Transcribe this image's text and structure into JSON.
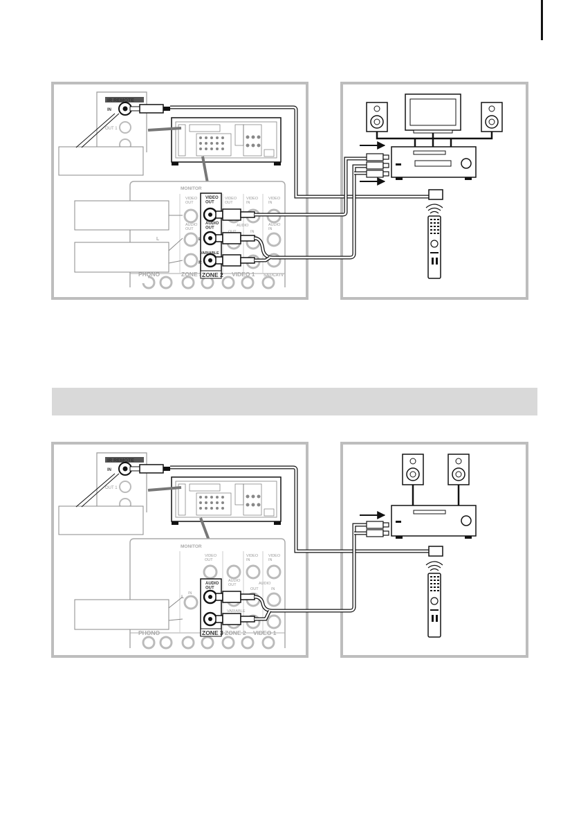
{
  "diagram1": {
    "ir_remote": "IR REMOTE",
    "in": "IN",
    "out1": "OUT 1",
    "monitor": "MONITOR",
    "video_out_left": "VIDEO\nOUT",
    "video_out": "VIDEO\nOUT",
    "video_in": "VIDEO\nIN",
    "video_in2": "VIDEO\nIN",
    "audio_out_left": "AUDIO\nOUT",
    "audio_out": "AUDIO\nOUT",
    "audio": "AUDIO",
    "out": "OUT",
    "in_small": "IN",
    "audio_in": "AUDIO\nIN",
    "variable": "VARIABLE",
    "l": "L",
    "r": "R",
    "phono": "PHONO",
    "zone3": "ZONE 3",
    "zone2": "ZONE 2",
    "video1": "VIDEO 1",
    "satcatv": "SAT/CATV"
  },
  "diagram2": {
    "ir_remote": "IR REMOTE",
    "in": "IN",
    "out1": "OUT 1",
    "monitor": "MONITOR",
    "video_out": "VIDEO\nOUT",
    "video_in": "VIDEO\nIN",
    "video_in2": "VIDEO\nIN",
    "in_left": "IN",
    "audio_out": "AUDIO\nOUT",
    "audio_out2": "AUDIO\nOUT",
    "audio": "AUDIO",
    "out": "OUT",
    "in_small": "IN",
    "variable": "VARIABLE",
    "l": "L",
    "phono": "PHONO",
    "zone3": "ZONE 3",
    "zone2": "ZONE 2",
    "video1": "VIDEO 1"
  },
  "colors": {
    "frame": "#bdbdbd",
    "line": "#111111",
    "faint": "#cccccc",
    "bar": "#d9d9d9"
  }
}
